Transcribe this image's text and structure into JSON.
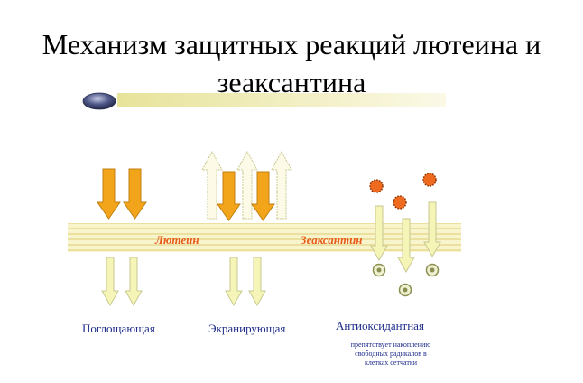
{
  "title": {
    "line1": "Механизм защитных реакций лютеина и",
    "line2": "зеаксантина"
  },
  "membrane": {
    "left_label": "Лютеин",
    "right_label": "Зеаксантин"
  },
  "captions": {
    "absorbing": "Поглощающая",
    "screening": "Экранирующая",
    "antioxidant": "Антиоксидантная",
    "antioxidant_note": [
      "препятствует накоплению",
      "свободных радикалов в",
      "клетках сетчатки"
    ]
  },
  "colors": {
    "orange_arrow": "#f2a51a",
    "pale_arrow": "#f5f5b8",
    "membrane": "#f7f0c0",
    "label_red": "#e85a1a",
    "text_blue": "#1c2a8a",
    "radical": "#ee6a1e",
    "neutral_ring": "#b8bc7a"
  },
  "icons": {
    "bullet": "dark-gradient-sphere-icon",
    "radical": "spiky-radical-icon",
    "neutralized": "ring-neutralized-icon"
  }
}
